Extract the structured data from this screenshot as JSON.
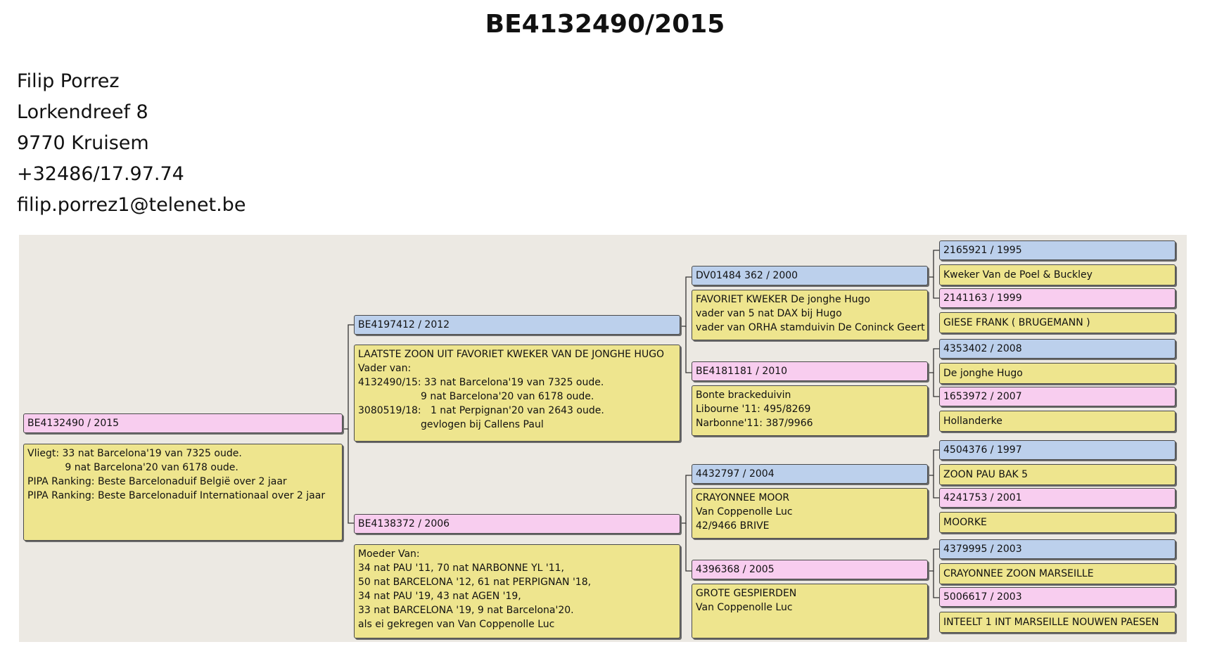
{
  "title": "BE4132490/2015",
  "owner": {
    "name": "Filip Porrez",
    "street": "Lorkendreef 8",
    "city": "9770 Kruisem",
    "phone": "+32486/17.97.74",
    "email": "filip.porrez1@telenet.be"
  },
  "subject": {
    "ring": "BE4132490 / 2015",
    "notes": [
      "Vliegt: 33 nat Barcelona'19 van 7325 oude.",
      "            9 nat Barcelona'20 van 6178 oude.",
      "PIPA Ranking: Beste Barcelonaduif België over 2 jaar",
      "PIPA Ranking: Beste Barcelonaduif Internationaal over 2 jaar"
    ]
  },
  "sire": {
    "ring": "BE4197412 / 2012",
    "notes": [
      "LAATSTE ZOON UIT FAVORIET KWEKER VAN DE JONGHE HUGO",
      "Vader van:",
      "4132490/15: 33 nat Barcelona'19 van 7325 oude.",
      "                    9 nat Barcelona'20 van 6178 oude.",
      "3080519/18:   1 nat Perpignan'20 van 2643 oude.",
      "                    gevlogen bij Callens Paul"
    ]
  },
  "dam": {
    "ring": "BE4138372 / 2006",
    "notes": [
      "Moeder Van:",
      "34 nat PAU '11, 70 nat NARBONNE YL '11,",
      "50 nat BARCELONA '12, 61 nat PERPIGNAN '18,",
      "34 nat PAU '19, 43 nat AGEN '19,",
      "33 nat BARCELONA '19, 9 nat Barcelona'20.",
      "als ei gekregen van Van Coppenolle Luc"
    ]
  },
  "grandparents": [
    {
      "ring": "DV01484 362 / 2000",
      "notes": [
        "FAVORIET KWEKER De jonghe Hugo",
        "vader van 5 nat DAX bij Hugo",
        "vader van ORHA stamduivin De Coninck Geert"
      ]
    },
    {
      "ring": "BE4181181 / 2010",
      "notes": [
        "Bonte brackeduivin",
        "Libourne '11: 495/8269",
        "Narbonne'11: 387/9966"
      ]
    },
    {
      "ring": "4432797 / 2004",
      "notes": [
        "CRAYONNEE MOOR",
        "Van Coppenolle Luc",
        "42/9466 BRIVE"
      ]
    },
    {
      "ring": "4396368 / 2005",
      "notes": [
        "GROTE GESPIERDEN",
        "Van Coppenolle Luc"
      ]
    }
  ],
  "great_grandparents": [
    {
      "ring": "2165921 / 1995",
      "note": "Kweker Van de Poel & Buckley"
    },
    {
      "ring": "2141163 / 1999",
      "note": "GIESE FRANK ( BRUGEMANN )"
    },
    {
      "ring": "4353402 / 2008",
      "note": "De jonghe Hugo"
    },
    {
      "ring": "1653972 / 2007",
      "note": "Hollanderke"
    },
    {
      "ring": "4504376 / 1997",
      "note": "ZOON PAU BAK 5"
    },
    {
      "ring": "4241753 / 2001",
      "note": "MOORKE"
    },
    {
      "ring": "4379995 / 2003",
      "note": "CRAYONNEE ZOON MARSEILLE"
    },
    {
      "ring": "5006617 / 2003",
      "note": "INTEELT 1 INT MARSEILLE NOUWEN PAESEN"
    }
  ],
  "colors": {
    "male": "#bcd0ec",
    "female": "#f8cdef",
    "info": "#eee58e",
    "panel": "#ece9e3"
  }
}
